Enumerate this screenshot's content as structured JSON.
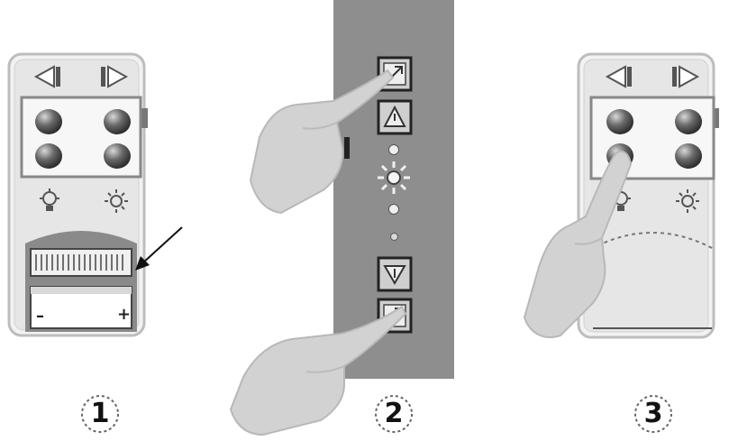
{
  "steps": [
    {
      "number": "1"
    },
    {
      "number": "2"
    },
    {
      "number": "3"
    }
  ],
  "remote1": {
    "top_icons": [
      "left-arrow-icon",
      "right-arrow-icon"
    ],
    "function_icons": [
      "light-icon",
      "sun-icon"
    ],
    "battery_icon": "battery-icon",
    "battery_signs": {
      "minus": "–",
      "plus": "+"
    }
  },
  "panel2": {
    "buttons": [
      "fan-button",
      "warning-button",
      "down-button",
      "fan-button"
    ],
    "indicator_icons": [
      "sun-icon"
    ]
  },
  "remote3": {
    "top_icons": [
      "left-arrow-icon",
      "right-arrow-icon"
    ],
    "function_icons": [
      "light-icon",
      "sun-icon"
    ]
  },
  "colors": {
    "panel_gray": "#8e8e8e",
    "remote_bg": "#e8e8e8",
    "button_dark": "#555555"
  }
}
